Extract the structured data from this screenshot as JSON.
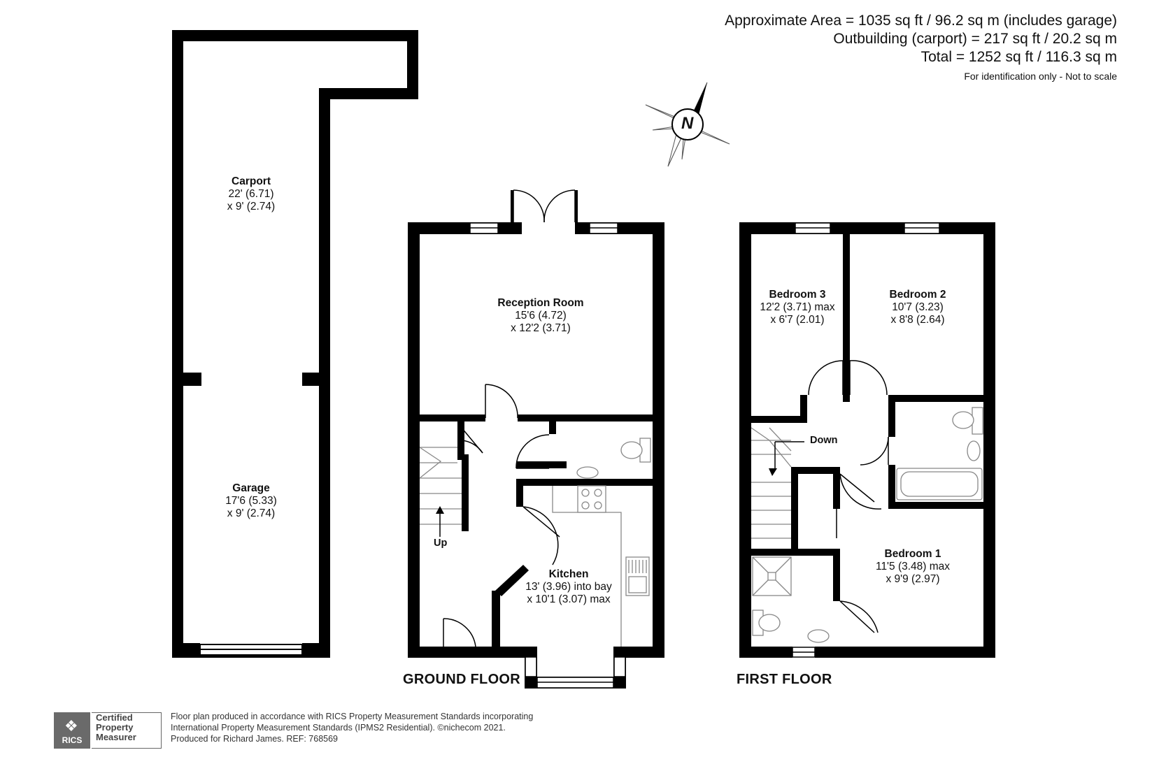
{
  "header": {
    "area_line": "Approximate Area = 1035 sq ft / 96.2 sq m (includes garage)",
    "outbuilding_line": "Outbuilding (carport) = 217 sq ft / 20.2 sq m",
    "total_line": "Total = 1252 sq ft / 116.3 sq m",
    "disclaimer": "For identification only - Not to scale"
  },
  "compass": {
    "letter": "N"
  },
  "rooms": {
    "carport": {
      "name": "Carport",
      "dim1": "22' (6.71)",
      "dim2": "x 9' (2.74)"
    },
    "garage": {
      "name": "Garage",
      "dim1": "17'6 (5.33)",
      "dim2": "x 9' (2.74)"
    },
    "reception": {
      "name": "Reception Room",
      "dim1": "15'6 (4.72)",
      "dim2": "x 12'2 (3.71)"
    },
    "kitchen": {
      "name": "Kitchen",
      "dim1": "13' (3.96) into bay",
      "dim2": "x 10'1 (3.07) max"
    },
    "bedroom3": {
      "name": "Bedroom 3",
      "dim1": "12'2 (3.71) max",
      "dim2": "x 6'7 (2.01)"
    },
    "bedroom2": {
      "name": "Bedroom 2",
      "dim1": "10'7 (3.23)",
      "dim2": "x 8'8 (2.64)"
    },
    "bedroom1": {
      "name": "Bedroom 1",
      "dim1": "11'5 (3.48) max",
      "dim2": "x 9'9 (2.97)"
    }
  },
  "stairs": {
    "up_label": "Up",
    "down_label": "Down"
  },
  "floors": {
    "ground": "GROUND FLOOR",
    "first": "FIRST FLOOR"
  },
  "footer": {
    "line1": "Floor plan produced in accordance with RICS Property Measurement Standards incorporating",
    "line2": "International Property Measurement Standards (IPMS2 Residential).   ©nichecom 2021.",
    "line3": "Produced for Richard James.   REF:  768569"
  },
  "rics_badge": {
    "logo_text": "RICS",
    "line1": "Certified",
    "line2": "Property",
    "line3": "Measurer"
  },
  "colors": {
    "wall": "#000000",
    "fixture": "#888888",
    "badge": "#6a6a6a"
  }
}
